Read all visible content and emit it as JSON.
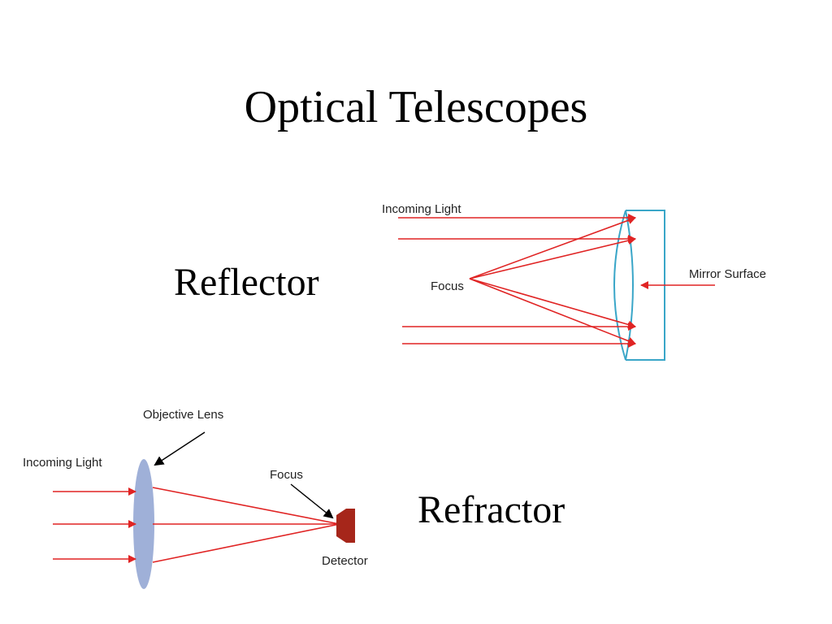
{
  "title": "Optical Telescopes",
  "reflector": {
    "label": "Reflector",
    "incoming_light": "Incoming Light",
    "focus": "Focus",
    "mirror_surface": "Mirror Surface"
  },
  "refractor": {
    "label": "Refractor",
    "objective_lens": "Objective Lens",
    "incoming_light": "Incoming Light",
    "focus": "Focus",
    "detector": "Detector"
  },
  "colors": {
    "ray": "#e02424",
    "mirror": "#3aa6c8",
    "lens_fill": "#9fb0d8",
    "detector": "#a6261a"
  }
}
